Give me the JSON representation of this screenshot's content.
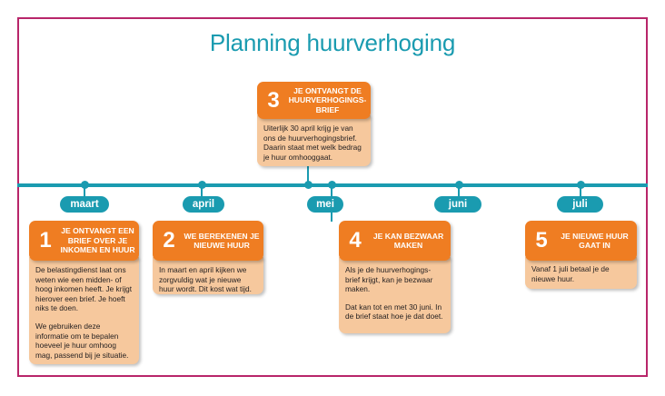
{
  "title": "Planning huurverhoging",
  "months": [
    "maart",
    "april",
    "mei",
    "juni",
    "juli"
  ],
  "steps": [
    {
      "number": "1",
      "heading": "Je ontvangt een brief over je inkomen en huur",
      "paragraphs": [
        "De belastingdienst laat ons weten wie een midden- of hoog inkomen heeft. Je krijgt hierover een brief. Je hoeft niks te doen.",
        "We gebruiken deze informatie om te bepalen hoeveel je huur omhoog mag, passend bij je situatie."
      ]
    },
    {
      "number": "2",
      "heading": "We berekenen je nieuwe huur",
      "paragraphs": [
        "In maart en april kijken we zorgvuldig wat je nieuwe huur wordt. Dit kost wat tijd."
      ]
    },
    {
      "number": "3",
      "heading": "Je ontvangt de huurverhogings-brief",
      "paragraphs": [
        "Uiterlijk 30 april krijg je van ons de huurverhogingsbrief. Daarin staat met welk bedrag je huur omhooggaat."
      ]
    },
    {
      "number": "4",
      "heading": "Je kan bezwaar maken",
      "paragraphs": [
        "Als je de huurverhogings-brief krijgt, kan je bezwaar maken.",
        "Dat kan tot en met 30 juni. In de brief staat hoe je dat doet."
      ]
    },
    {
      "number": "5",
      "heading": "Je nieuwe huur gaat in",
      "paragraphs": [
        "Vanaf 1 juli betaal je de nieuwe huur."
      ]
    }
  ],
  "colors": {
    "frame": "#b8266a",
    "teal": "#1a9bb0",
    "orange": "#ef7d22",
    "peach": "#f6c89d"
  }
}
